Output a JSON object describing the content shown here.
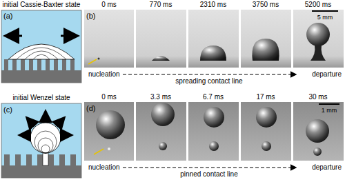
{
  "diagram": {
    "labels": [
      "initial Cassie-Baxter state",
      "(a)",
      "(b)",
      "0 ms",
      "770 ms",
      "2310 ms",
      "3750 ms",
      "5200 ms",
      "5 mm",
      "nucleation",
      "spreading contact line",
      "departure",
      "initial Wenzel state",
      "(c)",
      "(d)",
      "0 ms",
      "3.3 ms",
      "6.7 ms",
      "17 ms",
      "30 ms",
      "1 mm",
      "nucleation",
      "pinned contact line",
      "departure"
    ]
  }
}
